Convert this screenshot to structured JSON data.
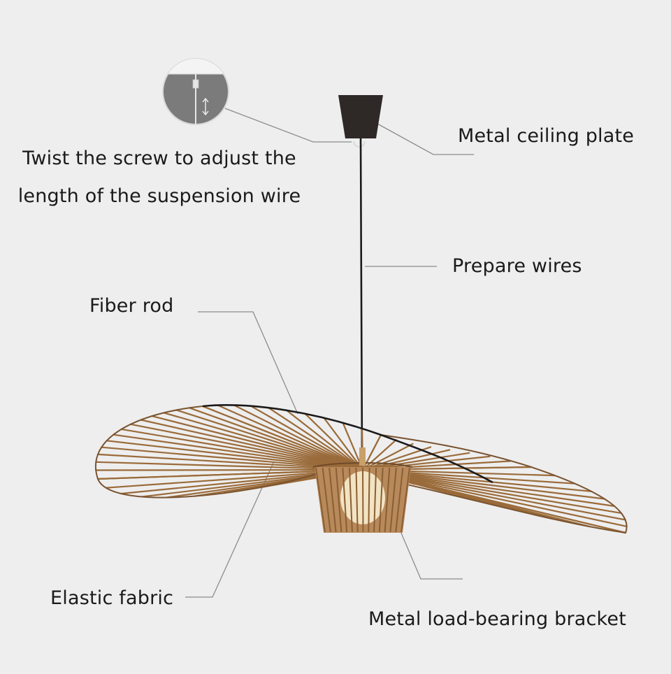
{
  "background_color": "#eeeeee",
  "colors": {
    "lamp_rod": "#9a6b3a",
    "lamp_shade": "#b8895a",
    "bulb_glow": "#f2e3c3",
    "ceiling_plate": "#2e2826",
    "wire": "#1a1a1a",
    "leader_line": "#8c8c8c"
  },
  "labels": {
    "twist": "Twist the screw to adjust the length of the suspension wire",
    "ceiling_plate": "Metal ceiling plate",
    "prepare_wires": "Prepare wires",
    "fiber_rod": "Fiber rod",
    "elastic_fabric": "Elastic fabric",
    "bracket": "Metal load-bearing bracket"
  },
  "inset": {
    "icon": "up-down-arrow-icon"
  }
}
